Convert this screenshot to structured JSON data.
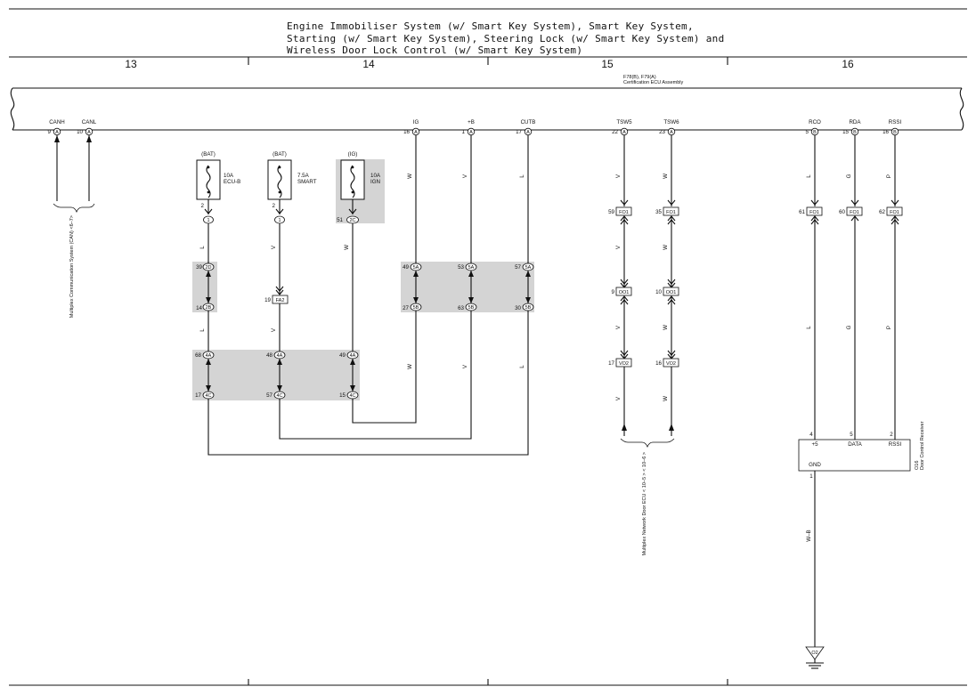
{
  "title": {
    "lines": [
      "Engine Immobiliser System (w/ Smart Key System),  Smart Key System,",
      "Starting (w/ Smart Key System),  Steering Lock (w/ Smart Key System) and",
      "Wireless Door Lock Control (w/ Smart Key System)"
    ]
  },
  "columns": [
    "13",
    "14",
    "15",
    "16"
  ],
  "ecu": {
    "code": "F78(B), F79(A)",
    "name": "Certification ECU Assembly",
    "terminals": [
      {
        "label": "CANH",
        "pin": "9",
        "conn": "A"
      },
      {
        "label": "CANL",
        "pin": "10",
        "conn": "A"
      },
      {
        "label": "IG",
        "pin": "16",
        "conn": "A"
      },
      {
        "label": "+B",
        "pin": "1",
        "conn": "A"
      },
      {
        "label": "CUTB",
        "pin": "17",
        "conn": "A"
      },
      {
        "label": "TSW5",
        "pin": "22",
        "conn": "A"
      },
      {
        "label": "TSW6",
        "pin": "23",
        "conn": "A"
      },
      {
        "label": "RCO",
        "pin": "5",
        "conn": "B"
      },
      {
        "label": "RDA",
        "pin": "15",
        "conn": "B"
      },
      {
        "label": "RSSI",
        "pin": "16",
        "conn": "B"
      }
    ]
  },
  "fuses": [
    {
      "source": "(BAT)",
      "rating": "10A",
      "name": "ECU-B"
    },
    {
      "source": "(BAT)",
      "rating": "7.5A",
      "name": "SMART"
    },
    {
      "source": "(IG)",
      "rating": "10A",
      "name": "IGN"
    }
  ],
  "connectors": {
    "fuse_out": [
      {
        "pin": "2",
        "code": "1"
      },
      {
        "pin": "2",
        "code": "1"
      },
      {
        "pin": "51",
        "code": "2C"
      }
    ],
    "jb_2d": {
      "pin": "39",
      "code": "2D"
    },
    "jb_2b": {
      "pin": "14",
      "code": "2B"
    },
    "fa2": {
      "pin": "19",
      "code": "FA2"
    },
    "row_4a": [
      {
        "pin": "68",
        "code": "4A"
      },
      {
        "pin": "48",
        "code": "4A"
      },
      {
        "pin": "49",
        "code": "4A"
      }
    ],
    "row_4c": [
      {
        "pin": "17",
        "code": "4C"
      },
      {
        "pin": "57",
        "code": "4C"
      },
      {
        "pin": "15",
        "code": "4C"
      }
    ],
    "row_5a": [
      {
        "pin": "49",
        "code": "5A"
      },
      {
        "pin": "53",
        "code": "5A"
      },
      {
        "pin": "57",
        "code": "5A"
      }
    ],
    "row_5b": [
      {
        "pin": "27",
        "code": "5B"
      },
      {
        "pin": "63",
        "code": "5B"
      },
      {
        "pin": "30",
        "code": "5B"
      }
    ],
    "fo1_tsw": [
      {
        "pin": "59",
        "code": "FO1"
      },
      {
        "pin": "35",
        "code": "FO1"
      }
    ],
    "oo1": [
      {
        "pin": "9",
        "code": "OO1"
      },
      {
        "pin": "10",
        "code": "OO1"
      }
    ],
    "vo2": [
      {
        "pin": "17",
        "code": "VO2"
      },
      {
        "pin": "16",
        "code": "VO2"
      }
    ],
    "fo1_recv": [
      {
        "pin": "61",
        "code": "FO1"
      },
      {
        "pin": "60",
        "code": "FO1"
      },
      {
        "pin": "62",
        "code": "FO1"
      }
    ]
  },
  "wire_colors": {
    "ig": "W",
    "plus_b": "V",
    "cutb": "L",
    "tsw5": "V",
    "tsw6": "W",
    "rco": "L",
    "rda": "G",
    "rssi": "P",
    "ecub": "L",
    "smart": "V",
    "ign": "W",
    "ground": "W–B"
  },
  "refs": {
    "can": "Multiplex Communication System (CAN) <6–7>",
    "door": "Multiplex Network Door ECU < 10–5 > < 10–6 >"
  },
  "receiver": {
    "code": "O16",
    "name": "Door Control Receiver",
    "pins": [
      {
        "pin": "4",
        "label": "+5"
      },
      {
        "pin": "5",
        "label": "DATA"
      },
      {
        "pin": "2",
        "label": "RSSI"
      }
    ],
    "gnd_pin": "1",
    "gnd_label": "GND"
  },
  "ground": {
    "code": "O2"
  }
}
